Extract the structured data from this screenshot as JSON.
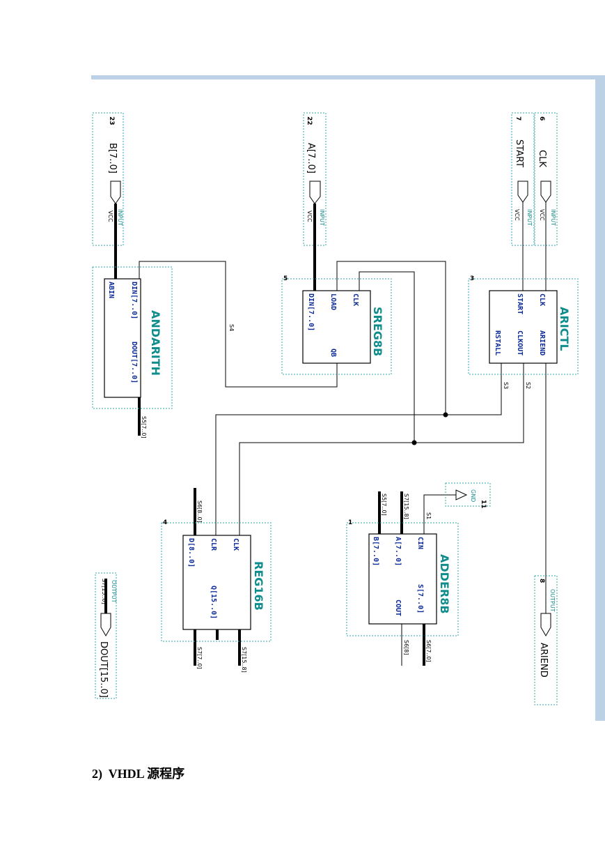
{
  "diagram": {
    "instances": [
      {
        "id": "andarith",
        "number": "",
        "title": "ANDARITH",
        "pins": [
          "ABIN",
          "DIN[7..0]",
          "DOUT[7..0]"
        ]
      },
      {
        "id": "sreg8b",
        "number": "5",
        "title": "SREG8B",
        "pins": [
          "CLK",
          "LOAD",
          "DIN[7..0]",
          "QB"
        ]
      },
      {
        "id": "arictl",
        "number": "3",
        "title": "ARICTL",
        "pins": [
          "CLK",
          "START",
          "ARIEND",
          "CLKOUT",
          "RSTALL"
        ]
      },
      {
        "id": "reg16b",
        "number": "4",
        "title": "REG16B",
        "pins": [
          "CLK",
          "CLR",
          "D[8..0]",
          "Q[15..0]"
        ]
      },
      {
        "id": "adder8b",
        "number": "1",
        "title": "ADDER8B",
        "pins": [
          "CIN",
          "A[7..0]",
          "B[7..0]",
          "S[7..0]",
          "COUT"
        ]
      }
    ],
    "inputs": [
      {
        "id": "b",
        "name": "B[7..0]",
        "number": "23",
        "vcc": "VCC",
        "type": "INPUT"
      },
      {
        "id": "a",
        "name": "A[7..0]",
        "number": "22",
        "vcc": "VCC",
        "type": "INPUT"
      },
      {
        "id": "start",
        "name": "START",
        "number": "7",
        "vcc": "VCC",
        "type": "INPUT"
      },
      {
        "id": "clk",
        "name": "CLK",
        "number": "6",
        "vcc": "VCC",
        "type": "INPUT"
      }
    ],
    "outputs": [
      {
        "id": "ariend",
        "name": "ARIEND",
        "number": "8",
        "type": "OUTPUT"
      },
      {
        "id": "dout",
        "name": "DOUT[15..0]",
        "number": "",
        "type": "OUTPUT",
        "net": "S7[15..0]"
      }
    ],
    "gnd": {
      "label": "GND",
      "number": "11"
    },
    "signals": {
      "s1": "S1",
      "s2": "S2",
      "s3": "S3",
      "s4": "S4",
      "s5_7_0": "S5[7..0]",
      "s6_8_0": "S6[8..0]",
      "s7_7_0": "S7[7..0]",
      "s7_15_8": "S7[15..8]",
      "s7_15_0": "S7[15..0]",
      "s6_8": "S6[8]",
      "s6_7_0": "S6[7..0]"
    }
  },
  "caption": "2)  VHDL 源程序"
}
